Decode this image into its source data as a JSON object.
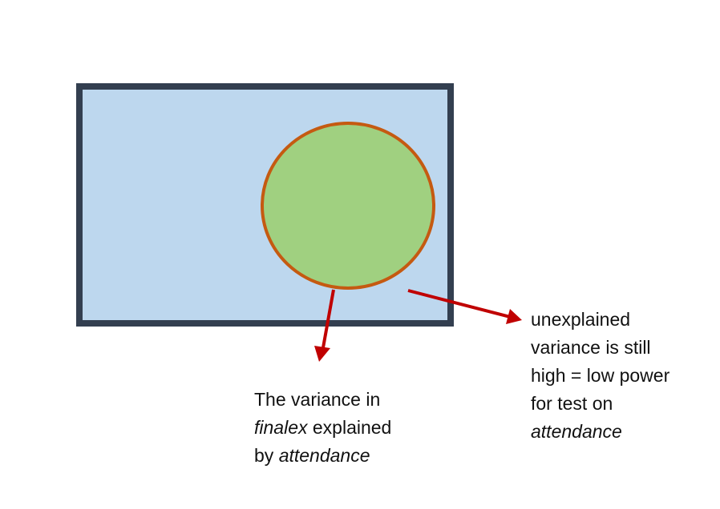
{
  "colors": {
    "total_variance_fill": "#bdd7ee",
    "total_variance_border": "#333f50",
    "explained_fill": "#a0d080",
    "explained_border": "#c55a11",
    "arrow": "#c00000"
  },
  "labels": {
    "explained": {
      "line1": "The variance in",
      "line2_italic": "finalex",
      "line2_rest": " explained",
      "line3_prefix": "by ",
      "line3_italic": "attendance"
    },
    "unexplained": {
      "line1": "unexplained",
      "line2": "variance is still",
      "line3": "high = low power",
      "line4": "for test on",
      "line5_italic": "attendance"
    }
  }
}
